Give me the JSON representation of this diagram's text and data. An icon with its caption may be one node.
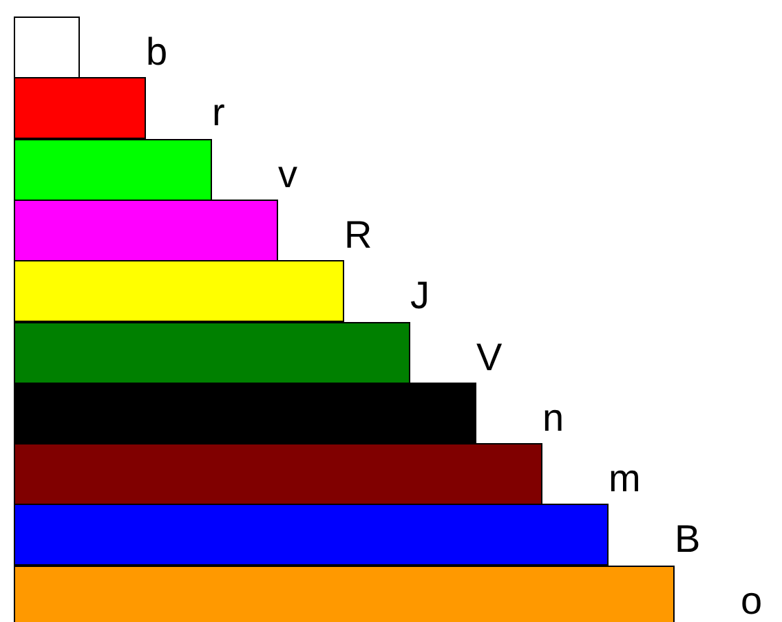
{
  "diagram": {
    "nodes": [
      {
        "text": [],
        "shape": "bar"
      },
      {
        "text": [],
        "shape": "bar"
      },
      {
        "text": [],
        "shape": "bar"
      },
      {
        "text": [],
        "shape": "bar"
      },
      {
        "text": [],
        "shape": "bar"
      },
      {
        "text": [],
        "shape": "bar"
      },
      {
        "text": [],
        "shape": "bar"
      },
      {
        "text": [],
        "shape": "bar"
      },
      {
        "text": [],
        "shape": "bar"
      },
      {
        "text": [],
        "shape": "bar"
      }
    ],
    "labels": [
      "b",
      "r",
      "v",
      "R",
      "J",
      "V",
      "n",
      "m",
      "B",
      "o"
    ]
  }
}
